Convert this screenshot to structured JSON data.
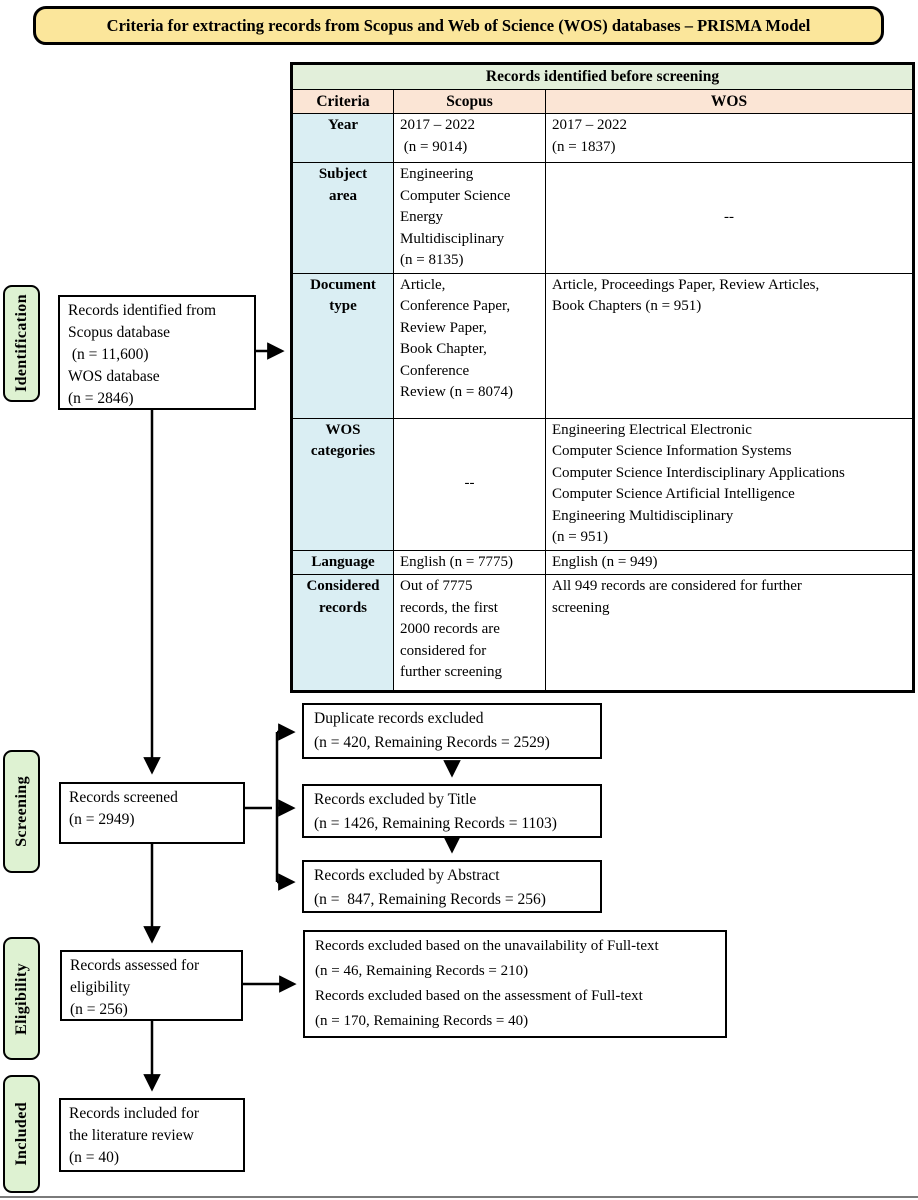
{
  "title": "Criteria for extracting records from Scopus and Web of Science (WOS) databases – PRISMA Model",
  "colors": {
    "title_bg": "#fbe69b",
    "table_header_green": "#e2efda",
    "column_header_salmon": "#fbe5d5",
    "criteria_column_blue": "#daeef3",
    "stage_label_green": "#def2d2",
    "line_black": "#000000"
  },
  "table": {
    "header": "Records identified before screening",
    "columns": [
      "Criteria",
      "Scopus",
      "WOS"
    ],
    "rows": [
      {
        "criteria": "Year",
        "scopus": "2017 – 2022\n (n = 9014)",
        "wos": "2017 – 2022\n(n = 1837)"
      },
      {
        "criteria": "Subject\narea",
        "scopus": "Engineering\nComputer Science\nEnergy\nMultidisciplinary\n(n = 8135)",
        "wos": "--"
      },
      {
        "criteria": "Document\ntype",
        "scopus": "Article,\nConference Paper,\nReview Paper,\nBook Chapter,\nConference\nReview (n = 8074)",
        "wos": "Article, Proceedings Paper, Review Articles,\nBook Chapters (n = 951)"
      },
      {
        "criteria": "WOS\ncategories",
        "scopus": "--",
        "wos": "Engineering Electrical Electronic\nComputer Science Information Systems\nComputer Science Interdisciplinary Applications\nComputer Science Artificial Intelligence\nEngineering Multidisciplinary\n(n = 951)"
      },
      {
        "criteria": "Language",
        "scopus": "English (n = 7775)",
        "wos": "English (n = 949)"
      },
      {
        "criteria": "Considered\nrecords",
        "scopus": "Out of 7775\nrecords, the first\n2000 records are\nconsidered for\nfurther screening",
        "wos": "All 949 records are considered for further\nscreening"
      }
    ]
  },
  "stages": [
    {
      "label": "Identification"
    },
    {
      "label": "Screening"
    },
    {
      "label": "Eligibility"
    },
    {
      "label": "Included"
    }
  ],
  "flow": {
    "identified": "Records identified from\nScopus database\n (n = 11,600)\nWOS database\n(n = 2846)",
    "screened": "Records screened\n(n = 2949)",
    "assessed": "Records assessed for\neligibility\n(n = 256)",
    "included": "Records included for\nthe literature review\n(n = 40)",
    "excluded_duplicate": "Duplicate records excluded\n(n = 420, Remaining Records = 2529)",
    "excluded_title": "Records excluded by Title\n(n = 1426, Remaining Records = 1103)",
    "excluded_abstract": "Records excluded by Abstract\n(n =  847, Remaining Records = 256)",
    "excluded_fulltext": "Records excluded based on the unavailability of Full-text\n(n = 46, Remaining Records = 210)\nRecords excluded based on the assessment of Full-text\n(n = 170, Remaining Records = 40)"
  }
}
